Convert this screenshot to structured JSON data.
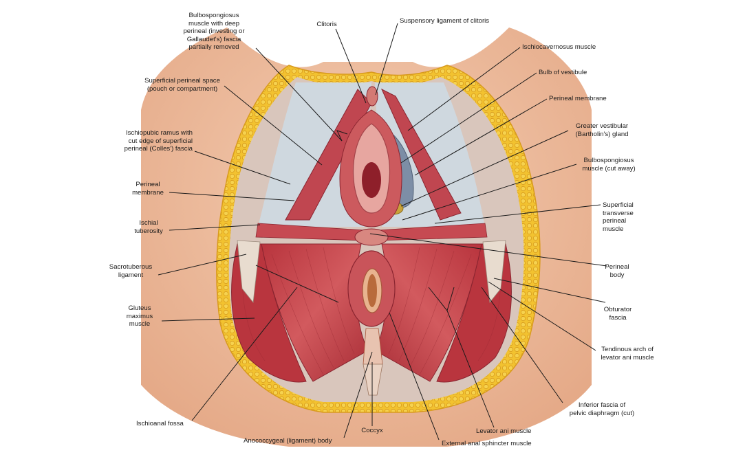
{
  "labels": {
    "bulbospongiosus_partial": "Bulbospongiosus\nmuscle with deep\nperineal (investing or\nGallaudet's) fascia\npartially removed",
    "clitoris": "Clitoris",
    "suspensory_ligament": "Suspensory ligament of clitoris",
    "ischiocavernosus": "Ischiocavernosus muscle",
    "bulb_of_vestibule": "Bulb of vestibule",
    "superficial_perineal_space": "Superficial perineal space\n(pouch or compartment)",
    "perineal_membrane_right": "Perineal membrane",
    "greater_vestibular_gland": "Greater vestibular\n(Bartholin's) gland",
    "ischiopubic_ramus": "Ischiopubic ramus with\ncut edge of superficial\nperineal (Colles') fascia",
    "bulbospongiosus_cut": "Bulbospongiosus\nmuscle (cut away)",
    "perineal_membrane_left": "Perineal\nmembrane",
    "superficial_transverse_perineal": "Superficial\ntransverse\nperineal\nmuscle",
    "ischial_tuberosity": "Ischial\ntuberosity",
    "sacrotuberous_ligament": "Sacrotuberous\nligament",
    "perineal_body": "Perineal\nbody",
    "obturator_fascia": "Obturator\nfascia",
    "gluteus_maximus": "Gluteus\nmaximus\nmuscle",
    "tendinous_arch": "Tendinous arch of\nlevator ani muscle",
    "inferior_fascia": "Inferior fascia of\npelvic diaphragm (cut)",
    "ischioanal_fossa": "Ischioanal fossa",
    "coccyx": "Coccyx",
    "levator_ani": "Levator ani muscle",
    "anococcygeal_body": "Anococcygeal (ligament) body",
    "external_anal_sphincter": "External anal sphincter muscle"
  },
  "colors": {
    "skin": "#f2c4a6",
    "skin_shade": "#e3a582",
    "fat": "#f2c230",
    "fat_edge": "#d89a1c",
    "muscle": "#c8434a",
    "muscle_dark": "#9e2a33",
    "muscle_light": "#dc7b78",
    "membrane": "#c9d3dc",
    "fossa": "#d8c8c0",
    "bulb": "#7d8ea6",
    "gland": "#c9a23a",
    "leader": "#1a1a1a"
  }
}
